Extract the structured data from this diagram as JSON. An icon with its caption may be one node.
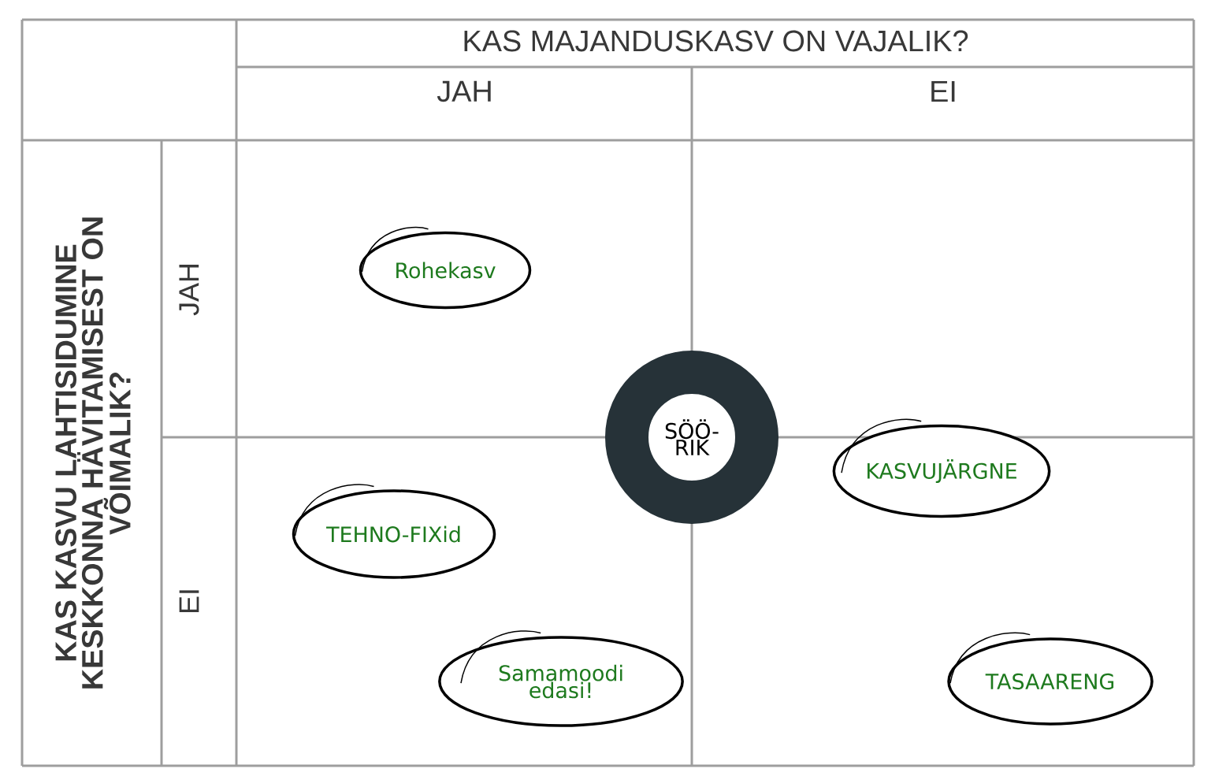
{
  "diagram": {
    "nodes": [
      {
        "text": [
          "Rohekasv"
        ]
      },
      {
        "text": [
          "SÖÖ-RIK"
        ]
      },
      {
        "text": [
          "TEHNO-FIXid"
        ]
      },
      {
        "text": [
          "KASVUJÄRGNE"
        ]
      },
      {
        "text": [
          "Samamoodi edasi!"
        ]
      },
      {
        "text": [
          "TASAARENG"
        ]
      }
    ],
    "labels": [
      "KAS MAJANDUSKASV ON VAJALIK?",
      "JAH",
      "EI",
      "KAS KASVU LAHTISIDUMINE KESKKONNA HÄVITAMISEST ON VÕIMALIK?",
      "JAH",
      "EI"
    ]
  }
}
